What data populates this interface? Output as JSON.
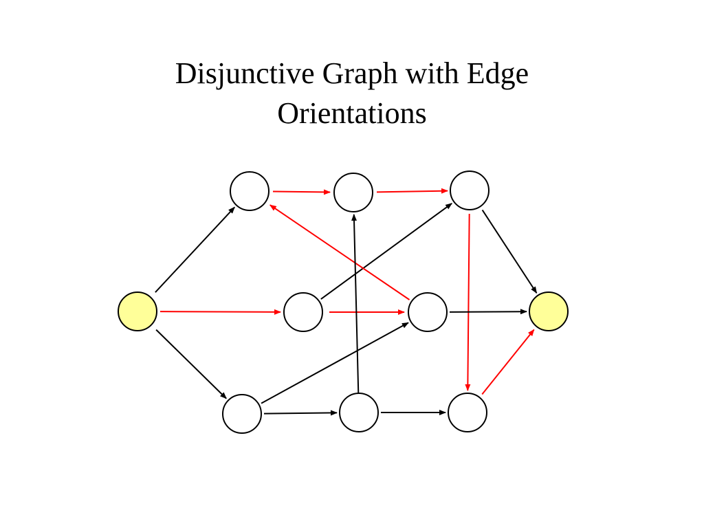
{
  "title": {
    "line1": "Disjunctive Graph with Edge",
    "line2": "Orientations"
  },
  "colors": {
    "source_sink_fill": "#ffff99",
    "operation_fill": "#ffffff",
    "conjunctive_arc": "#000000",
    "disjunctive_arc": "#ff0000"
  },
  "nodes": [
    {
      "id": "source",
      "kind": "terminal"
    },
    {
      "id": "op-top-1",
      "kind": "operation"
    },
    {
      "id": "op-top-2",
      "kind": "operation"
    },
    {
      "id": "op-top-3",
      "kind": "operation"
    },
    {
      "id": "op-mid-1",
      "kind": "operation"
    },
    {
      "id": "op-mid-2",
      "kind": "operation"
    },
    {
      "id": "op-bot-1",
      "kind": "operation"
    },
    {
      "id": "op-bot-2",
      "kind": "operation"
    },
    {
      "id": "op-bot-3",
      "kind": "operation"
    },
    {
      "id": "sink",
      "kind": "terminal"
    }
  ],
  "edges": [
    {
      "from": "source",
      "to": "op-top-1",
      "type": "conjunctive"
    },
    {
      "from": "source",
      "to": "op-mid-1",
      "type": "disjunctive"
    },
    {
      "from": "source",
      "to": "op-bot-1",
      "type": "conjunctive"
    },
    {
      "from": "op-top-1",
      "to": "op-top-2",
      "type": "disjunctive"
    },
    {
      "from": "op-top-2",
      "to": "op-top-3",
      "type": "disjunctive"
    },
    {
      "from": "op-top-3",
      "to": "sink",
      "type": "conjunctive"
    },
    {
      "from": "op-top-3",
      "to": "op-bot-3",
      "type": "disjunctive"
    },
    {
      "from": "op-mid-1",
      "to": "op-top-3",
      "type": "conjunctive"
    },
    {
      "from": "op-mid-1",
      "to": "op-mid-2",
      "type": "disjunctive"
    },
    {
      "from": "op-mid-2",
      "to": "op-top-1",
      "type": "disjunctive"
    },
    {
      "from": "op-mid-2",
      "to": "sink",
      "type": "conjunctive"
    },
    {
      "from": "op-bot-1",
      "to": "op-mid-2",
      "type": "conjunctive"
    },
    {
      "from": "op-bot-1",
      "to": "op-bot-2",
      "type": "conjunctive"
    },
    {
      "from": "op-bot-2",
      "to": "op-top-2",
      "type": "conjunctive"
    },
    {
      "from": "op-bot-2",
      "to": "op-bot-3",
      "type": "conjunctive"
    },
    {
      "from": "op-bot-3",
      "to": "sink",
      "type": "disjunctive"
    }
  ]
}
